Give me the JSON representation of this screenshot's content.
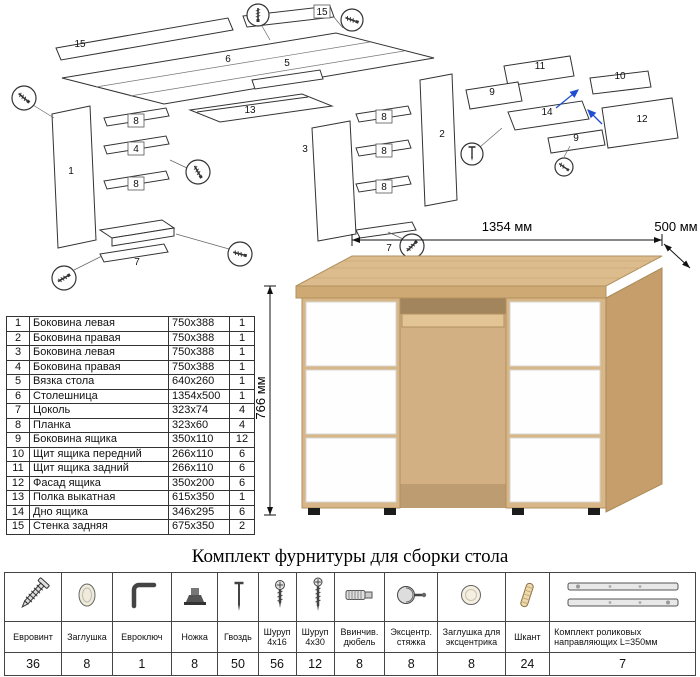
{
  "diagram_labels": {
    "main": [
      "15",
      "6",
      "15",
      "1",
      "8",
      "4",
      "8",
      "7",
      "13",
      "5",
      "3",
      "8",
      "8",
      "8",
      "7",
      "2"
    ],
    "drawer": [
      "11",
      "9",
      "10",
      "14",
      "12",
      "9"
    ]
  },
  "parts_table": {
    "rows": [
      {
        "num": "1",
        "name": "Боковина левая",
        "size": "750x388",
        "qty": "1"
      },
      {
        "num": "2",
        "name": "Боковина правая",
        "size": "750x388",
        "qty": "1"
      },
      {
        "num": "3",
        "name": "Боковина левая",
        "size": "750x388",
        "qty": "1"
      },
      {
        "num": "4",
        "name": "Боковина правая",
        "size": "750x388",
        "qty": "1"
      },
      {
        "num": "5",
        "name": "Вязка стола",
        "size": "640x260",
        "qty": "1"
      },
      {
        "num": "6",
        "name": "Столешница",
        "size": "1354x500",
        "qty": "1"
      },
      {
        "num": "7",
        "name": "Цоколь",
        "size": "323x74",
        "qty": "4"
      },
      {
        "num": "8",
        "name": "Планка",
        "size": "323x60",
        "qty": "4"
      },
      {
        "num": "9",
        "name": "Боковина ящика",
        "size": "350x110",
        "qty": "12"
      },
      {
        "num": "10",
        "name": "Щит ящика передний",
        "size": "266x110",
        "qty": "6"
      },
      {
        "num": "11",
        "name": "Щит ящика задний",
        "size": "266x110",
        "qty": "6"
      },
      {
        "num": "12",
        "name": "Фасад ящика",
        "size": "350x200",
        "qty": "6"
      },
      {
        "num": "13",
        "name": "Полка выкатная",
        "size": "615x350",
        "qty": "1"
      },
      {
        "num": "14",
        "name": "Дно ящика",
        "size": "346x295",
        "qty": "6"
      },
      {
        "num": "15",
        "name": "Стенка задняя",
        "size": "675x350",
        "qty": "2"
      }
    ]
  },
  "desk": {
    "dim_width": "1354 мм",
    "dim_depth": "500 мм",
    "dim_height": "766 мм",
    "colors": {
      "oak": "#d8b687",
      "oak_dark": "#c69e6b",
      "drawer_white": "#fefefe"
    }
  },
  "hardware": {
    "title": "Комплект фурнитуры для сборки стола",
    "items": [
      {
        "name": "Евровинт",
        "qty": "36",
        "icon": "confirmat-screw-icon"
      },
      {
        "name": "Заглушка",
        "qty": "8",
        "icon": "cap-icon"
      },
      {
        "name": "Евроключ",
        "qty": "1",
        "icon": "hex-key-icon"
      },
      {
        "name": "Ножка",
        "qty": "8",
        "icon": "foot-icon"
      },
      {
        "name": "Гвоздь",
        "qty": "50",
        "icon": "nail-icon"
      },
      {
        "name": "Шуруп 4x16",
        "qty": "56",
        "icon": "screw-short-icon"
      },
      {
        "name": "Шуруп 4x30",
        "qty": "12",
        "icon": "screw-long-icon"
      },
      {
        "name": "Ввинчив. дюбель",
        "qty": "8",
        "icon": "threaded-dowel-icon"
      },
      {
        "name": "Эксцентр. стяжка",
        "qty": "8",
        "icon": "cam-lock-icon"
      },
      {
        "name": "Заглушка для эксцентрика",
        "qty": "8",
        "icon": "cam-cap-icon"
      },
      {
        "name": "Шкант",
        "qty": "24",
        "icon": "wood-dowel-icon"
      },
      {
        "name": "Комплект роликовых направляющих L=350мм",
        "qty": "7",
        "icon": "drawer-slides-icon"
      }
    ]
  }
}
